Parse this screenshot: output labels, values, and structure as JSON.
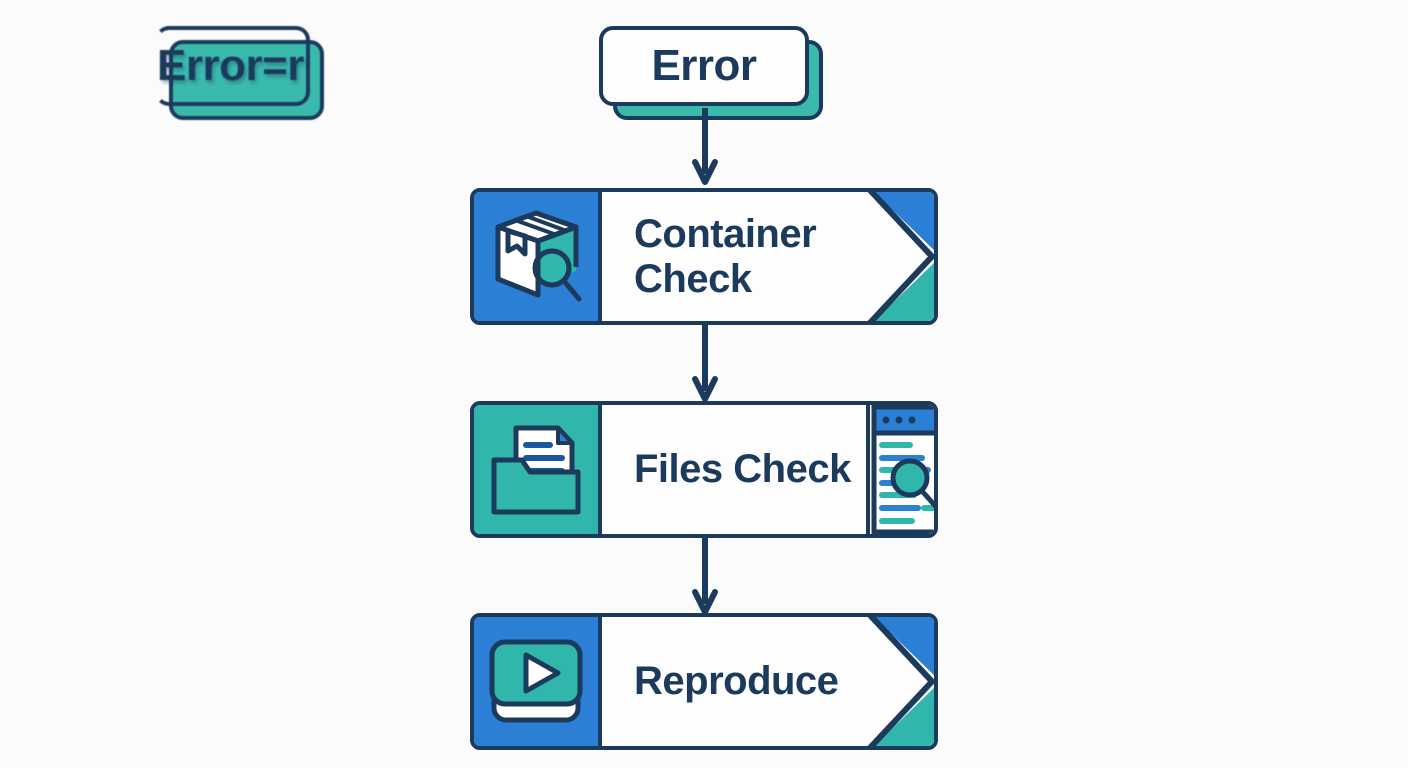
{
  "diagram": {
    "title_node": {
      "label": "Error",
      "ghost_label": "Error=r"
    },
    "background_color": "#fbfbfb",
    "palette": {
      "navy": "#1b3a5c",
      "blue": "#2b7fd4",
      "teal": "#30b6aa",
      "white": "#fdfdfd"
    },
    "steps": [
      {
        "label_line1": "Container",
        "label_line2": "Check",
        "icon": "package-magnifier-icon",
        "icon_pane_color": "#2b7fd4",
        "end_style": "chevron"
      },
      {
        "label_line1": "Files Check",
        "label_line2": "",
        "icon": "folder-document-icon",
        "icon_pane_color": "#30b6aa",
        "end_style": "code-window"
      },
      {
        "label_line1": "Reproduce",
        "label_line2": "",
        "icon": "media-play-icon",
        "icon_pane_color": "#2b7fd4",
        "end_style": "chevron"
      }
    ],
    "arrows": [
      {
        "from": "Error",
        "to": "Container Check",
        "direction": "down"
      },
      {
        "from": "Container Check",
        "to": "Files Check",
        "direction": "down"
      },
      {
        "from": "Files Check",
        "to": "Reproduce",
        "direction": "down"
      }
    ]
  }
}
